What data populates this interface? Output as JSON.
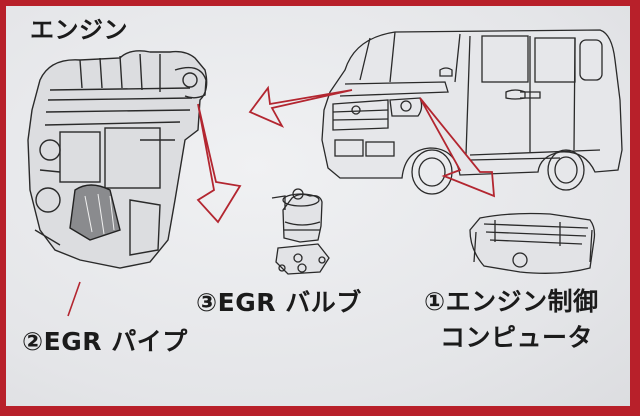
{
  "diagram": {
    "title": "エンジン",
    "colors": {
      "frame": "#b8202a",
      "arrow": "#b32630",
      "background": "#e9eaec",
      "text": "#1b1b1b",
      "line": "#2a2a2a"
    },
    "parts": [
      {
        "id": "engine",
        "illustration": "engine-drawing"
      },
      {
        "id": "car",
        "illustration": "kei-car-drawing"
      },
      {
        "id": "egr-valve",
        "illustration": "egr-valve-drawing"
      },
      {
        "id": "ecu",
        "illustration": "engine-computer-drawing"
      }
    ],
    "labels": {
      "egr_pipe": "②EGR パイプ",
      "egr_valve": "③EGR バルブ",
      "ecu_line1": "①エンジン制御",
      "ecu_line2": "コンピュータ"
    },
    "arrows": [
      {
        "from": "car",
        "to": "engine"
      },
      {
        "from": "engine",
        "to": "egr-valve"
      },
      {
        "from": "car",
        "to": "ecu"
      }
    ]
  }
}
